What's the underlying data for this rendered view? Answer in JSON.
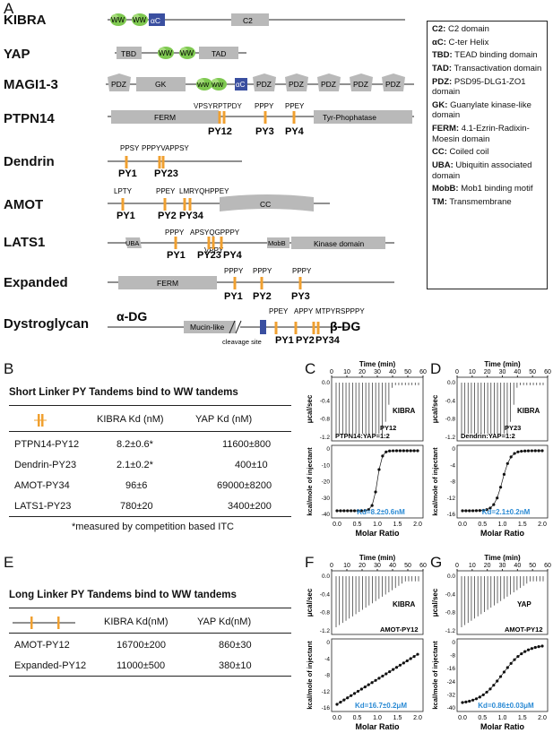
{
  "panels": {
    "a": "A",
    "b": "B",
    "c": "C",
    "d": "D",
    "e": "E",
    "f": "F",
    "g": "G"
  },
  "proteins": [
    {
      "name": "KIBRA"
    },
    {
      "name": "YAP"
    },
    {
      "name": "MAGI1-3"
    },
    {
      "name": "PTPN14"
    },
    {
      "name": "Dendrin"
    },
    {
      "name": "AMOT"
    },
    {
      "name": "LATS1"
    },
    {
      "name": "Expanded"
    },
    {
      "name": "Dystroglycan"
    }
  ],
  "domains": {
    "c2": "C2",
    "ac": "αC",
    "ww": "WW",
    "tbd": "TBD",
    "tad": "TAD",
    "pdz": "PDZ",
    "gk": "GK",
    "ferm": "FERM",
    "tyr": "Tyr-Phophatase",
    "cc": "CC",
    "uba": "UBA",
    "mobb": "MobB",
    "kinase": "Kinase domain",
    "mucin": "Mucin-like",
    "tm": "TM"
  },
  "motifs": {
    "ptpn14": [
      {
        "seq": "VPSYRPTPDY",
        "py": "PY12"
      },
      {
        "seq": "PPPY",
        "py": "PY3"
      },
      {
        "seq": "PPEY",
        "py": "PY4"
      }
    ],
    "dendrin": [
      {
        "seq": "PPSY",
        "py": "PY1"
      },
      {
        "seq": "PPPYVAPPSY",
        "py": "PY23"
      }
    ],
    "amot": [
      {
        "seq": "LPTY",
        "py": "PY1"
      },
      {
        "seq": "PPEY",
        "py": "PY2"
      },
      {
        "seq": "LMRYQHPPEY",
        "py": "PY34"
      }
    ],
    "lats1": [
      {
        "seq": "PPPY",
        "py": "PY1"
      },
      {
        "seq": "APSYQGPPPY",
        "py": "PY23"
      },
      {
        "seq": "VPPY",
        "py": "PY4"
      }
    ],
    "expanded": [
      {
        "seq": "PPPY",
        "py": "PY1"
      },
      {
        "seq": "PPPY",
        "py": "PY2"
      },
      {
        "seq": "PPPY",
        "py": "PY3"
      }
    ],
    "dystroglycan": [
      {
        "seq": "PPEY",
        "py": "PY1"
      },
      {
        "seq": "APPY",
        "py": "PY2"
      },
      {
        "seq": "MTPYRSPPPY",
        "py": "PY34"
      }
    ]
  },
  "dg_labels": {
    "alpha": "α-DG",
    "beta": "β-DG",
    "cleavage": "cleavage site"
  },
  "legend": [
    {
      "key": "C2:",
      "text": "C2 domain"
    },
    {
      "key": "αC:",
      "text": "C-ter Helix"
    },
    {
      "key": "TBD:",
      "text": "TEAD binding domain"
    },
    {
      "key": "TAD:",
      "text": "Transactivation domain"
    },
    {
      "key": "PDZ:",
      "text": "PSD95-DLG1-ZO1 domain"
    },
    {
      "key": "GK:",
      "text": "Guanylate kinase-like domain"
    },
    {
      "key": "FERM:",
      "text": "4.1-Ezrin-Radixin-Moesin domain"
    },
    {
      "key": "CC:",
      "text": "Coiled coil"
    },
    {
      "key": "UBA:",
      "text": "Ubiquitin associated domain"
    },
    {
      "key": "MobB:",
      "text": "Mob1 binding motif"
    },
    {
      "key": "TM:",
      "text": "Transmembrane"
    }
  ],
  "table_b": {
    "title": "Short Linker PY Tandems bind to WW tandems",
    "headers": [
      "",
      "KIBRA Kd (nM)",
      "YAP Kd (nM)"
    ],
    "rows": [
      [
        "PTPN14-PY12",
        "8.2±0.6*",
        "11600±800"
      ],
      [
        "Dendrin-PY23",
        "2.1±0.2*",
        "400±10"
      ],
      [
        "AMOT-PY34",
        "96±6",
        "69000±8200"
      ],
      [
        "LATS1-PY23",
        "780±20",
        "3400±200"
      ]
    ],
    "footnote": "*measured by competition based ITC"
  },
  "table_e": {
    "title": "Long Linker PY Tandems bind to WW tandems",
    "headers": [
      "",
      "KIBRA Kd(nM)",
      "YAP Kd(nM)"
    ],
    "rows": [
      [
        "AMOT-PY12",
        "16700±200",
        "860±30"
      ],
      [
        "Expanded-PY12",
        "11000±500",
        "380±10"
      ]
    ]
  },
  "itc": [
    {
      "panel": "C",
      "protein": "KIBRA",
      "ratio": "PTPN14:YAP=1:2",
      "py": "PY12",
      "kd": "Kd=8.2±0.6nM",
      "time_ticks": [
        "0",
        "10",
        "20",
        "30",
        "40",
        "50",
        "60"
      ],
      "top_ticks": [
        "0.0",
        "-0.4",
        "-0.8",
        "-1.2"
      ],
      "bot_ticks": [
        "0",
        "-10",
        "-20",
        "-30",
        "-40"
      ],
      "x_ticks": [
        "0.0",
        "0.5",
        "1.0",
        "1.5",
        "2.0"
      ]
    },
    {
      "panel": "D",
      "protein": "KIBRA",
      "ratio": "Dendrin:YAP=1:2",
      "py": "PY23",
      "kd": "Kd=2.1±0.2nM",
      "time_ticks": [
        "0",
        "10",
        "20",
        "30",
        "40",
        "50",
        "60"
      ],
      "top_ticks": [
        "0.0",
        "-0.4",
        "-0.8",
        "-1.2"
      ],
      "bot_ticks": [
        "0",
        "-4",
        "-8",
        "-12",
        "-16"
      ],
      "x_ticks": [
        "0.0",
        "0.5",
        "1.0",
        "1.5",
        "2.0"
      ]
    },
    {
      "panel": "F",
      "protein": "KIBRA",
      "ratio": "",
      "py": "AMOT-PY12",
      "kd": "Kd=16.7±0.2μM",
      "time_ticks": [
        "0",
        "10",
        "20",
        "30",
        "40",
        "50",
        "60"
      ],
      "top_ticks": [
        "0.0",
        "-0.4",
        "-0.8",
        "-1.2"
      ],
      "bot_ticks": [
        "0",
        "-4",
        "-8",
        "-12",
        "-16"
      ],
      "x_ticks": [
        "0.0",
        "0.5",
        "1.0",
        "1.5",
        "2.0"
      ]
    },
    {
      "panel": "G",
      "protein": "YAP",
      "ratio": "",
      "py": "AMOT-PY12",
      "kd": "Kd=0.86±0.03μM",
      "time_ticks": [
        "0",
        "10",
        "20",
        "30",
        "40",
        "50",
        "60"
      ],
      "top_ticks": [
        "0.0",
        "-0.4",
        "-0.8",
        "-1.2"
      ],
      "bot_ticks": [
        "0",
        "-8",
        "-16",
        "-24",
        "-32",
        "-40"
      ],
      "x_ticks": [
        "0.0",
        "0.5",
        "1.0",
        "1.5",
        "2.0"
      ]
    }
  ],
  "itc_axes": {
    "time": "Time (min)",
    "top_y": "μcal/sec",
    "bot_y": "kcal/mole of injectant",
    "x": "Molar Ratio"
  },
  "colors": {
    "ww": "#7ec850",
    "domain": "#b9b9b9",
    "ac": "#3a4fa0",
    "py_mark": "#f0a030",
    "kd": "#2a8ad4",
    "motif_red": "#d0262a"
  }
}
